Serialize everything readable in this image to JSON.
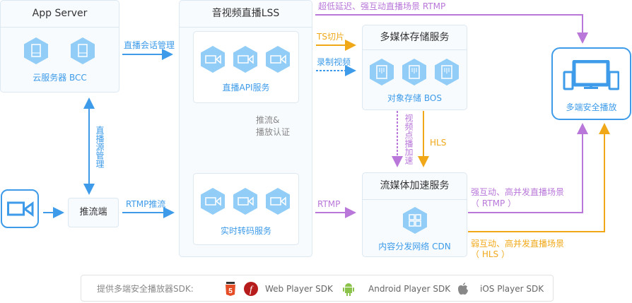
{
  "colors": {
    "blue": "#3d9be9",
    "purple": "#b877d9",
    "orange": "#f0a818",
    "hex_fill": "#92cdf8",
    "panel_bg": "#f7fbfe",
    "panel_border": "#dce8f2"
  },
  "app_server": {
    "title": "App Server",
    "icons": [
      "server-icon",
      "server-icon"
    ],
    "caption": "云服务器 BCC"
  },
  "lss": {
    "title": "音视频直播LSS",
    "api_service": {
      "icons": [
        "video-camera-icon",
        "video-camera-icon",
        "video-camera-icon"
      ],
      "caption": "直播API服务"
    },
    "transcode_service": {
      "icons": [
        "video-camera-icon",
        "video-camera-icon",
        "video-camera-icon"
      ],
      "caption": "实时转码服务"
    },
    "auth_label_line1": "推流&",
    "auth_label_line2": "播放认证"
  },
  "storage": {
    "title": "多媒体存储服务",
    "icons": [
      "storage-card-icon",
      "storage-card-icon",
      "storage-card-icon"
    ],
    "caption": "对象存储 BOS"
  },
  "cdn": {
    "title": "流媒体加速服务",
    "icons": [
      "network-grid-icon"
    ],
    "caption": "内容分发网络 CDN"
  },
  "player": {
    "icon": "multi-device-icon",
    "caption": "多端安全播放"
  },
  "pusher": {
    "label": "推流端",
    "camera_icon": "camera-icon"
  },
  "flows": {
    "session_mgmt": "直播会话管理",
    "source_mgmt": "直播源管理",
    "rtmp_push": "RTMP推流",
    "ts_slice": "TS切片",
    "record_video": "录制视频",
    "low_latency": "超低延迟、强互动直播场景 RTMP",
    "vod_accel": "视频点播加速",
    "hls": "HLS",
    "rtmp": "RTMP",
    "strong_line1": "强互动、高并发直播场景",
    "strong_line2": "（ RTMP ）",
    "weak_line1": "弱互动、高并发直播场景",
    "weak_line2": "（ HLS ）"
  },
  "sdk_bar": {
    "label": "提供多端安全播放器SDK:",
    "items": [
      {
        "icon": "html5-icon",
        "label": ""
      },
      {
        "icon": "flash-icon",
        "label": "Web Player SDK"
      },
      {
        "icon": "android-icon",
        "label": "Android Player SDK"
      },
      {
        "icon": "apple-icon",
        "label": "iOS Player SDK"
      }
    ]
  }
}
